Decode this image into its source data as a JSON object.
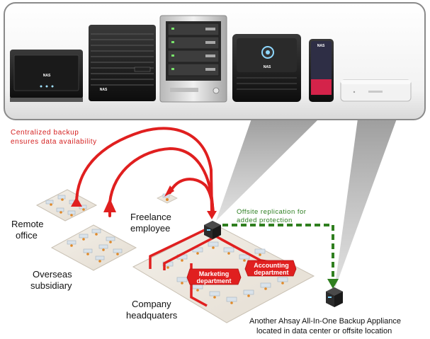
{
  "devices": {
    "items": [
      {
        "name": "nas-device-1",
        "logo": "NAS"
      },
      {
        "name": "nas-device-2",
        "logo": "NAS"
      },
      {
        "name": "nas-device-3-tower",
        "logo": ""
      },
      {
        "name": "nas-device-4",
        "logo": "NAS"
      },
      {
        "name": "nas-device-5",
        "logo": "NAS"
      },
      {
        "name": "nas-device-6",
        "logo": ""
      }
    ]
  },
  "labels": {
    "centralized_line1": "Centralized backup",
    "centralized_line2": "ensures data availability",
    "offsite_line1": "Offsite replication for",
    "offsite_line2": "added protection",
    "remote_line1": "Remote",
    "remote_line2": "office",
    "overseas_line1": "Overseas",
    "overseas_line2": "subsidiary",
    "freelance_line1": "Freelance",
    "freelance_line2": "employee",
    "hq_line1": "Company",
    "hq_line2": "headquaters",
    "marketing_line1": "Marketing",
    "marketing_line2": "department",
    "accounting_line1": "Accounting",
    "accounting_line2": "department",
    "appliance_line1": "Another Ahsay All-In-One Backup Appliance",
    "appliance_line2": "located in data center or offsite location"
  },
  "colors": {
    "red": "#e01f1f",
    "green": "#2f7f1f",
    "panel_border": "#8a8a8a",
    "beam": "#9a9a9a"
  }
}
